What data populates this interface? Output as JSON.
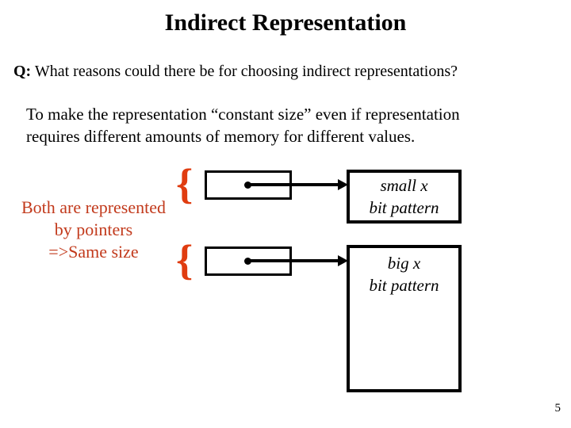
{
  "title": "Indirect Representation",
  "question": {
    "prefix": "Q:",
    "text": " What reasons could there be for choosing indirect representations?"
  },
  "answer": {
    "lines": [
      "To make the representation “constant size” even if representation",
      "requires different amounts of memory for different values."
    ]
  },
  "red_note": {
    "lines": [
      "Both are represented",
      "by pointers",
      "=>Same size"
    ]
  },
  "diagram": {
    "brace_glyph": "{",
    "value_boxes": [
      {
        "lines": [
          "small x",
          "bit pattern"
        ]
      },
      {
        "lines": [
          "big x",
          "bit pattern"
        ]
      }
    ]
  },
  "page_number": "5",
  "colors": {
    "note_red": "#c23a1c",
    "brace_red": "#e03c10",
    "ink": "#000000",
    "background": "#ffffff"
  }
}
